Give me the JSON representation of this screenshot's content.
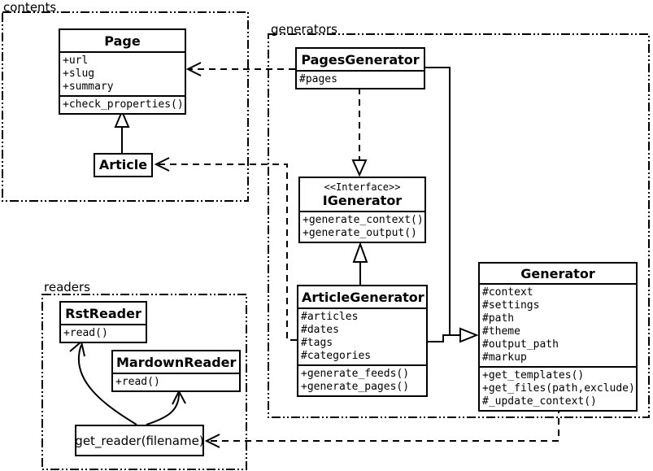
{
  "packages": {
    "contents": {
      "label": "contents"
    },
    "generators": {
      "label": "generators"
    },
    "readers": {
      "label": "readers"
    }
  },
  "classes": {
    "page": {
      "name": "Page",
      "attributes": [
        "+url",
        "+slug",
        "+summary"
      ],
      "methods": [
        "+check_properties()"
      ]
    },
    "article": {
      "name": "Article"
    },
    "pages_generator": {
      "name": "PagesGenerator",
      "attributes": [
        "#pages"
      ]
    },
    "igenerator": {
      "stereotype": "<<Interface>>",
      "name": "IGenerator",
      "methods": [
        "+generate_context()",
        "+generate_output()"
      ]
    },
    "article_generator": {
      "name": "ArticleGenerator",
      "attributes": [
        "#articles",
        "#dates",
        "#tags",
        "#categories"
      ],
      "methods": [
        "+generate_feeds()",
        "+generate_pages()"
      ]
    },
    "generator": {
      "name": "Generator",
      "attributes": [
        "#context",
        "#settings",
        "#path",
        "#theme",
        "#output_path",
        "#markup"
      ],
      "methods": [
        "+get_templates()",
        "+get_files(path,exclude)",
        "#_update_context()"
      ]
    },
    "rst_reader": {
      "name": "RstReader",
      "methods": [
        "+read()"
      ]
    },
    "markdown_reader": {
      "name": "MardownReader",
      "methods": [
        "+read()"
      ]
    },
    "get_reader": {
      "name": "get_reader(filename)"
    }
  },
  "relationships": [
    {
      "from": "Article",
      "to": "Page",
      "type": "generalization"
    },
    {
      "from": "PagesGenerator",
      "to": "Page",
      "type": "dashed-dependency"
    },
    {
      "from": "ArticleGenerator",
      "to": "Article",
      "type": "dashed-dependency"
    },
    {
      "from": "PagesGenerator",
      "to": "IGenerator",
      "type": "dashed-realization"
    },
    {
      "from": "ArticleGenerator",
      "to": "IGenerator",
      "type": "generalization"
    },
    {
      "from": "PagesGenerator",
      "to": "Generator",
      "type": "generalization"
    },
    {
      "from": "ArticleGenerator",
      "to": "Generator",
      "type": "generalization"
    },
    {
      "from": "Generator",
      "to": "get_reader(filename)",
      "type": "dashed-dependency"
    },
    {
      "from": "get_reader(filename)",
      "to": "RstReader",
      "type": "curved-arrow"
    },
    {
      "from": "get_reader(filename)",
      "to": "MardownReader",
      "type": "curved-arrow"
    }
  ],
  "colors": {
    "line": "#000000",
    "background": "#ffffff"
  }
}
